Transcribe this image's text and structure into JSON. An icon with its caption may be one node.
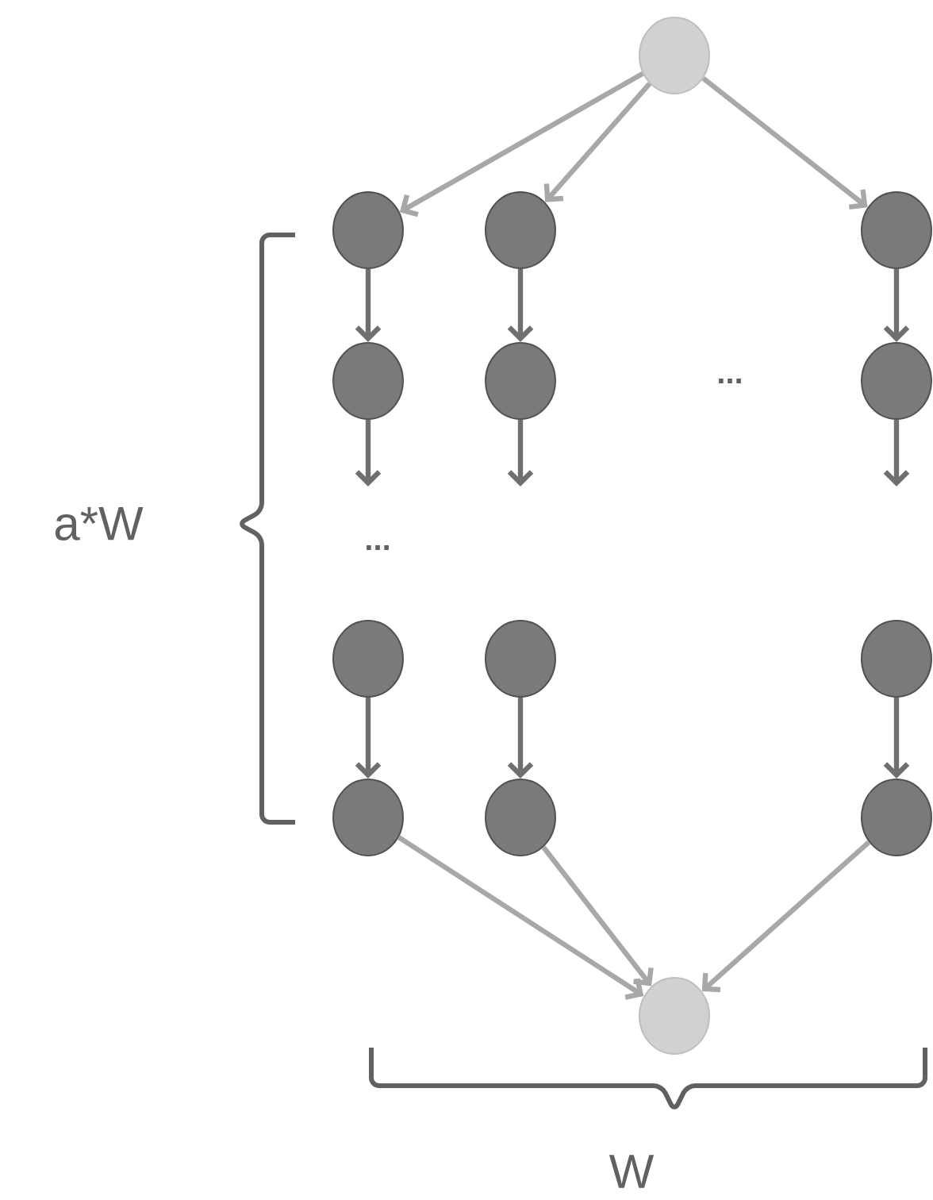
{
  "diagram": {
    "nodes": [
      {
        "text": [],
        "shape": "circle"
      },
      {
        "text": [],
        "shape": "circle"
      },
      {
        "text": [],
        "shape": "circle"
      },
      {
        "text": [],
        "shape": "circle"
      },
      {
        "text": [],
        "shape": "circle"
      },
      {
        "text": [],
        "shape": "circle"
      },
      {
        "text": [],
        "shape": "circle"
      },
      {
        "text": [],
        "shape": "circle"
      },
      {
        "text": [],
        "shape": "circle"
      },
      {
        "text": [],
        "shape": "circle"
      },
      {
        "text": [],
        "shape": "circle"
      },
      {
        "text": [],
        "shape": "circle"
      },
      {
        "text": [],
        "shape": "circle"
      },
      {
        "text": [],
        "shape": "circle"
      }
    ],
    "edges": [
      {
        "from": 0,
        "to": 1,
        "arrow": "to",
        "color": "#a8a8a8"
      },
      {
        "from": 0,
        "to": 2,
        "arrow": "to",
        "color": "#a8a8a8"
      },
      {
        "from": 0,
        "to": 3,
        "arrow": "to",
        "color": "#a8a8a8"
      },
      {
        "from": 1,
        "to": 4,
        "arrow": "to"
      },
      {
        "from": 2,
        "to": 5,
        "arrow": "to"
      },
      {
        "from": 3,
        "to": 6,
        "arrow": "to"
      },
      {
        "from": 4,
        "to": null,
        "arrow": "to"
      },
      {
        "from": 5,
        "to": null,
        "arrow": "to"
      },
      {
        "from": 6,
        "to": null,
        "arrow": "to"
      },
      {
        "from": 7,
        "to": 10,
        "arrow": "to"
      },
      {
        "from": 8,
        "to": 11,
        "arrow": "to"
      },
      {
        "from": 9,
        "to": 12,
        "arrow": "to"
      },
      {
        "from": 10,
        "to": 13,
        "arrow": "to",
        "color": "#a8a8a8"
      },
      {
        "from": 11,
        "to": 13,
        "arrow": "to",
        "color": "#a8a8a8"
      },
      {
        "from": 12,
        "to": 13,
        "arrow": "to",
        "color": "#a8a8a8"
      }
    ],
    "labels": [
      "...",
      "a*W",
      "...",
      "W"
    ]
  }
}
